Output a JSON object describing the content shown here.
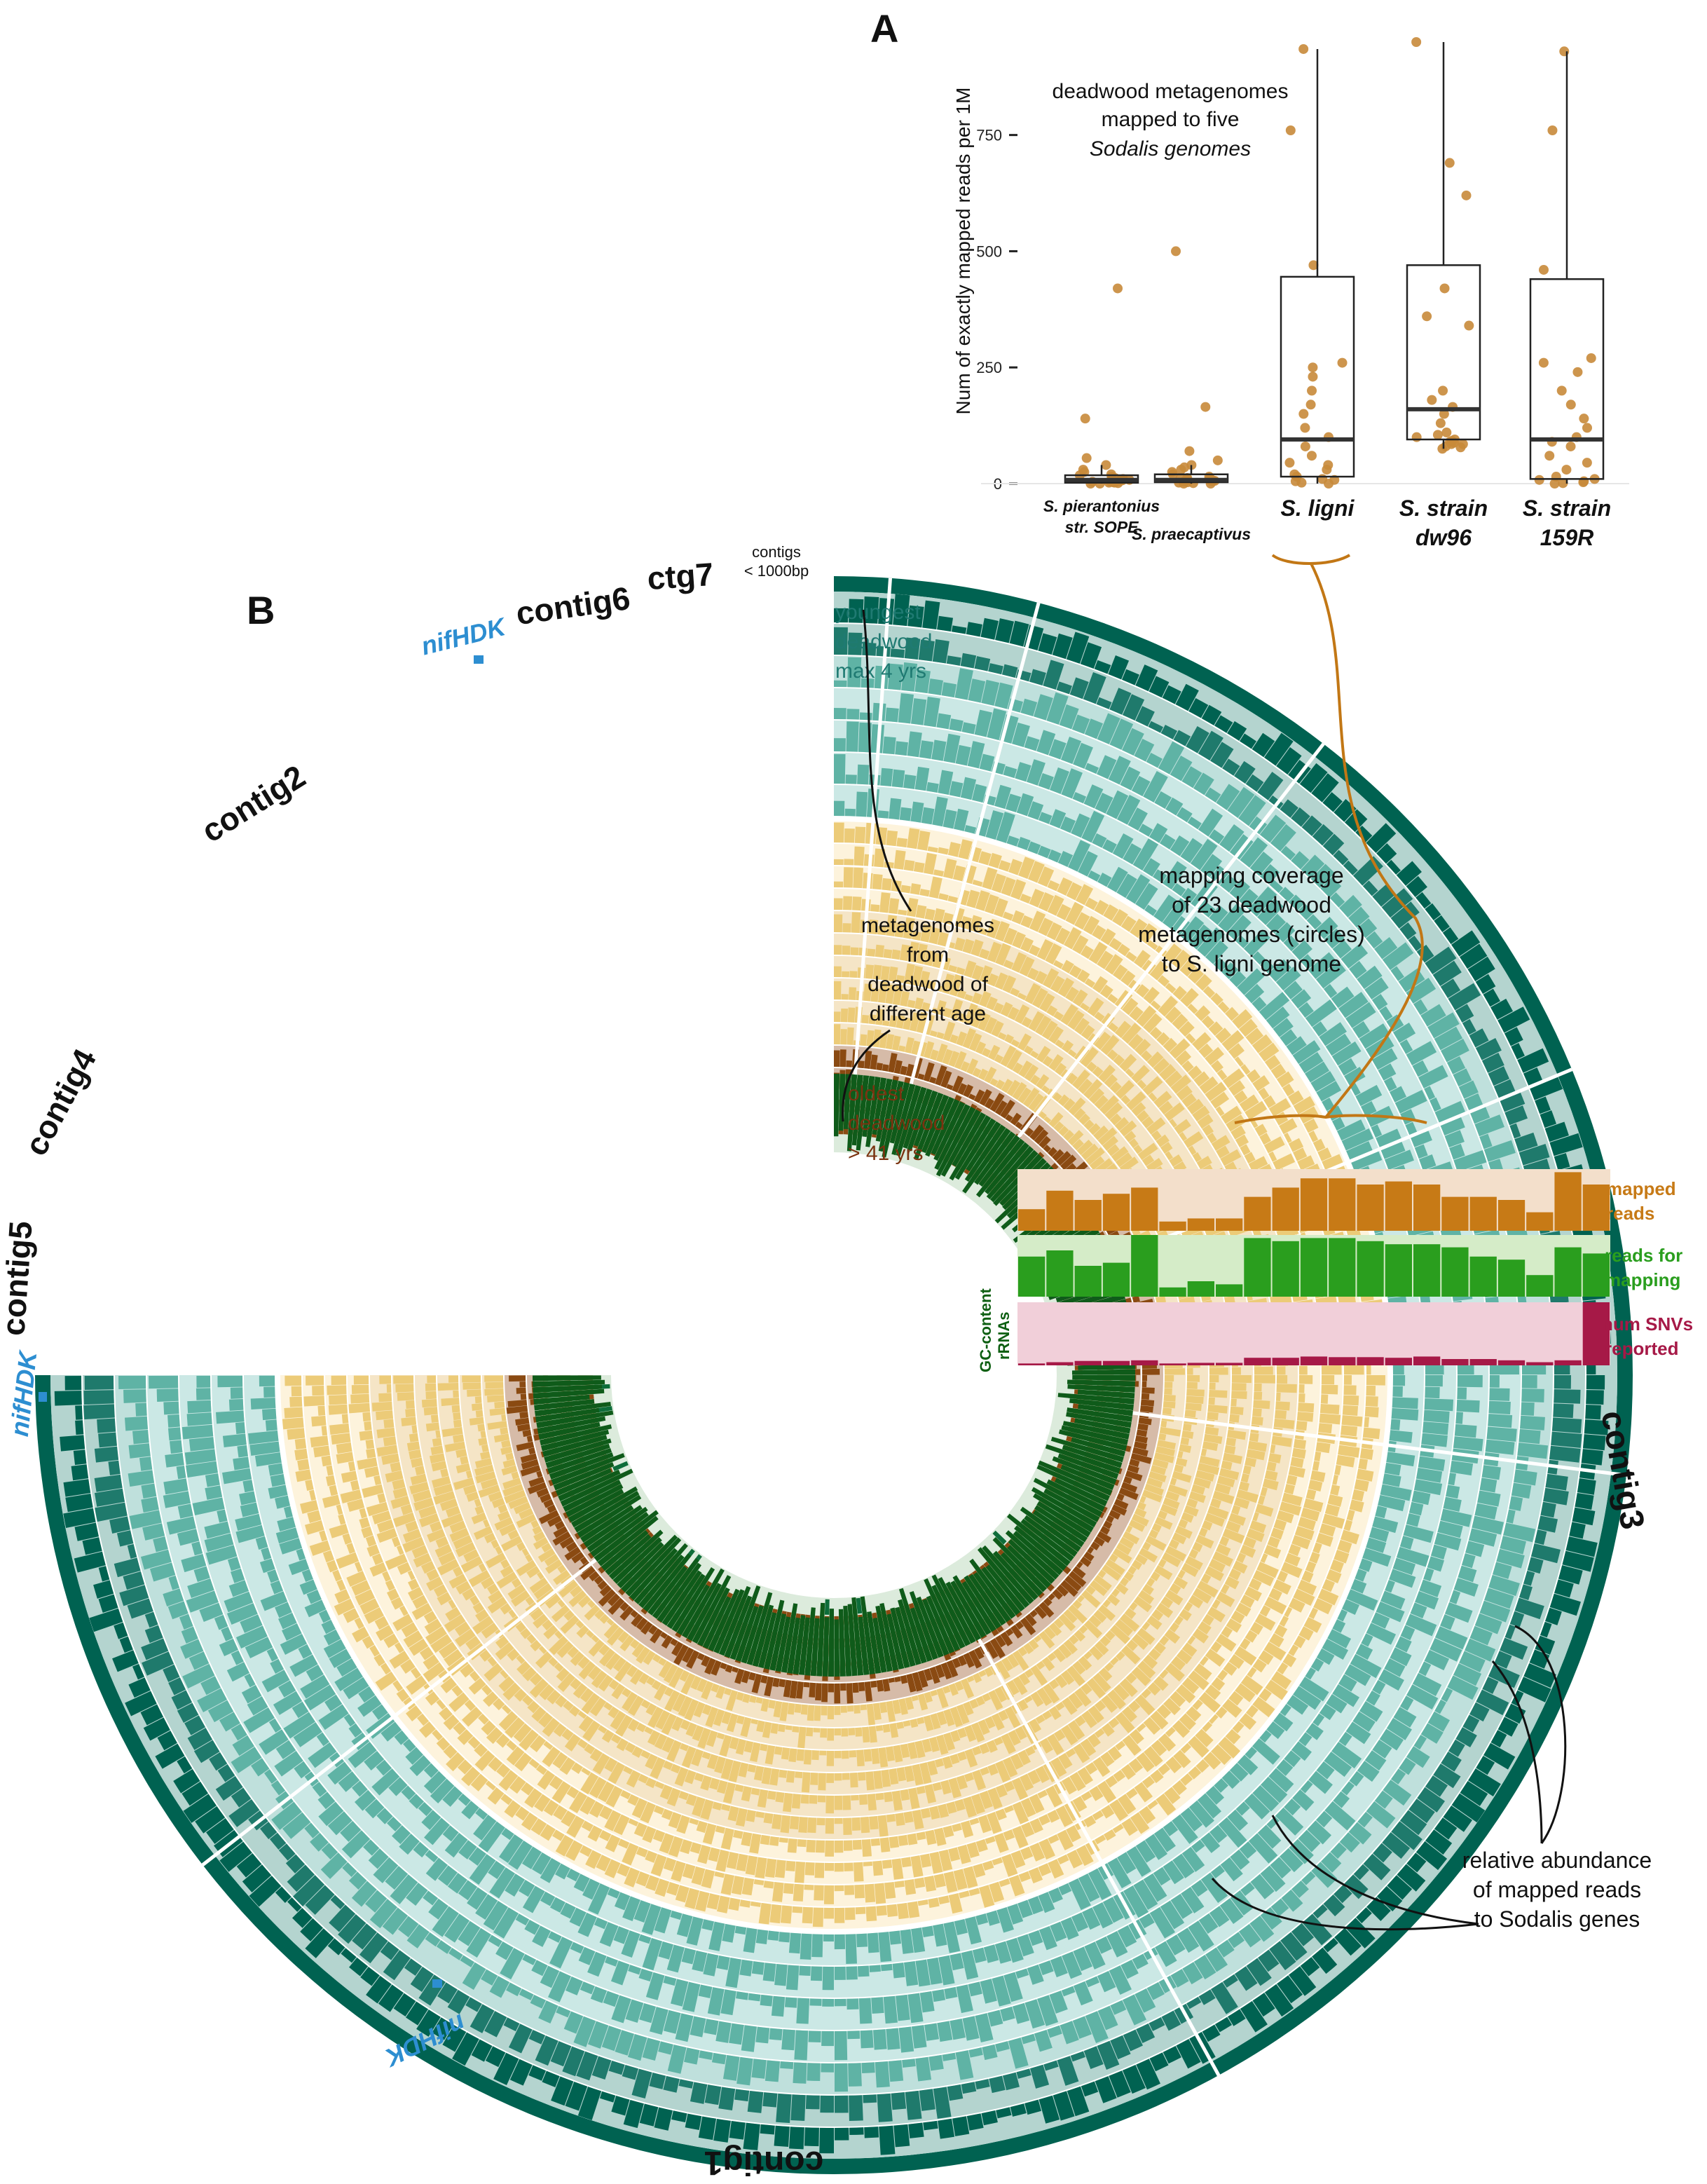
{
  "panel_a": {
    "letter": "A",
    "annotation": [
      "deadwood metagenomes",
      "mapped to five",
      "Sodalis genomes"
    ],
    "ylabel": "Num of exactly mapped reads per 1M",
    "yticks": [
      "0",
      "250",
      "500",
      "750"
    ],
    "categories": [
      [
        "S. pierantonius",
        "str. SOPE"
      ],
      [
        "S. praecaptivus"
      ],
      [
        "S. ligni"
      ],
      [
        "S. strain",
        "dw96"
      ],
      [
        "S. strain",
        "159R"
      ]
    ]
  },
  "panel_b": {
    "letter": "B",
    "contig_labels": [
      "contig6",
      "ctg7",
      "contig2",
      "contig4",
      "contig5",
      "contig3",
      "contig1"
    ],
    "small_contigs_label": [
      "contigs",
      "< 1000bp"
    ],
    "nif_labels": [
      "nifHDK",
      "nifHDK",
      "nifHDK"
    ],
    "youngest_label": [
      "youngest",
      "deadwood",
      "max 4 yrs"
    ],
    "oldest_label": [
      "oldest",
      "deadwood",
      "> 41 yrs"
    ],
    "metagenomes_label": [
      "metagenomes",
      "from",
      "deadwood of",
      "different age"
    ],
    "mapping_label": [
      "mapping coverage",
      "of 23 deadwood",
      "metagenomes (circles)",
      "to S. ligni genome"
    ],
    "abundance_label": [
      "relative abundance",
      "of mapped reads",
      "to Sodalis genes"
    ],
    "inner_track_labels": [
      "GC-content",
      "rRNAs"
    ],
    "bar_track_labels": [
      [
        "mapped",
        "reads"
      ],
      [
        "reads for",
        "mapping"
      ],
      [
        "num SNVs",
        "reported"
      ]
    ]
  },
  "chart_data": [
    {
      "type": "box",
      "title": "deadwood metagenomes mapped to five Sodalis genomes",
      "ylabel": "Num of exactly mapped reads per 1M",
      "ylim": [
        0,
        950
      ],
      "categories": [
        "S. pierantonius str. SOPE",
        "S. praecaptivus",
        "S. ligni",
        "S. strain dw96",
        "S. strain 159R"
      ],
      "boxes": [
        {
          "min": 0,
          "q1": 2,
          "median": 8,
          "q3": 18,
          "max": 40
        },
        {
          "min": 0,
          "q1": 3,
          "median": 8,
          "q3": 20,
          "max": 40
        },
        {
          "min": 0,
          "q1": 15,
          "median": 95,
          "q3": 445,
          "max": 935
        },
        {
          "min": 75,
          "q1": 95,
          "median": 160,
          "q3": 470,
          "max": 950
        },
        {
          "min": 0,
          "q1": 10,
          "median": 95,
          "q3": 440,
          "max": 930
        }
      ],
      "points": [
        [
          5,
          0,
          2,
          8,
          15,
          20,
          30,
          10,
          3,
          6,
          12,
          4,
          1,
          25,
          40,
          55,
          140,
          420,
          7,
          9,
          18,
          0,
          2
        ],
        [
          0,
          2,
          4,
          6,
          8,
          10,
          12,
          15,
          20,
          25,
          30,
          35,
          40,
          50,
          70,
          165,
          500,
          3,
          5,
          9,
          11,
          1,
          0
        ],
        [
          0,
          5,
          10,
          20,
          40,
          60,
          100,
          150,
          170,
          200,
          230,
          260,
          470,
          760,
          935,
          15,
          30,
          45,
          80,
          120,
          250,
          2,
          8
        ],
        [
          75,
          80,
          85,
          90,
          95,
          100,
          110,
          130,
          150,
          165,
          180,
          200,
          340,
          360,
          420,
          620,
          690,
          950,
          85,
          92,
          105,
          78,
          88
        ],
        [
          0,
          3,
          10,
          30,
          60,
          80,
          100,
          120,
          170,
          240,
          260,
          270,
          460,
          760,
          930,
          5,
          15,
          45,
          90,
          140,
          200,
          1,
          8
        ]
      ]
    },
    {
      "type": "bar",
      "series": [
        {
          "name": "mapped reads",
          "values": [
            0.35,
            0.65,
            0.5,
            0.6,
            0.7,
            0.15,
            0.2,
            0.2,
            0.55,
            0.7,
            0.85,
            0.85,
            0.75,
            0.8,
            0.75,
            0.55,
            0.55,
            0.5,
            0.3,
            0.95,
            0.75
          ]
        },
        {
          "name": "reads for mapping",
          "values": [
            0.65,
            0.75,
            0.5,
            0.55,
            1.0,
            0.15,
            0.25,
            0.2,
            0.95,
            0.9,
            0.95,
            0.95,
            0.9,
            0.85,
            0.85,
            0.8,
            0.65,
            0.6,
            0.35,
            0.8,
            0.7
          ]
        },
        {
          "name": "num SNVs reported",
          "values": [
            0.03,
            0.05,
            0.07,
            0.07,
            0.08,
            0.03,
            0.04,
            0.04,
            0.12,
            0.12,
            0.14,
            0.13,
            0.13,
            0.12,
            0.14,
            0.1,
            0.1,
            0.08,
            0.05,
            0.08,
            1.0
          ]
        }
      ]
    }
  ]
}
